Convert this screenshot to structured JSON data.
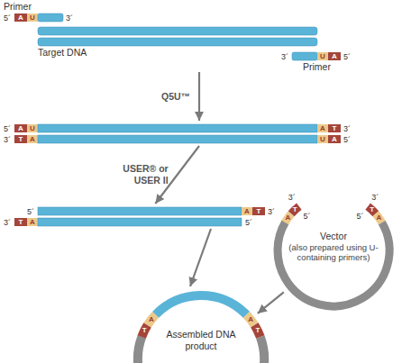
{
  "diagram": {
    "nodes": [
      {
        "text": [
          "Primer",
          "5´",
          "A",
          "U",
          "3´",
          "Target DNA",
          "3´",
          "U",
          "A",
          "5´",
          "Primer"
        ]
      },
      {
        "text": [
          "5´",
          "A",
          "U",
          "A",
          "T",
          "3´",
          "3´",
          "T",
          "A",
          "U",
          "A",
          "5´"
        ]
      },
      {
        "text": [
          "5´",
          "A",
          "T",
          "3´",
          "3´",
          "T",
          "A",
          "5´"
        ]
      },
      {
        "text": [
          "3´",
          "A",
          "T",
          "5´",
          "3´",
          "T",
          "A",
          "5´",
          "Vector",
          "(also prepared using U-containing primers)"
        ]
      },
      {
        "text": [
          "T",
          "A",
          "A",
          "T",
          "Assembled DNA product"
        ]
      }
    ],
    "edges": [
      {
        "from": 0,
        "to": 1,
        "arrow": "to",
        "label": "Q5U™"
      },
      {
        "from": 1,
        "to": 2,
        "arrow": "to",
        "label": "USER® or USER II"
      },
      {
        "from": 2,
        "to": 4,
        "arrow": "to"
      },
      {
        "from": 3,
        "to": 4,
        "arrow": "to"
      }
    ]
  }
}
